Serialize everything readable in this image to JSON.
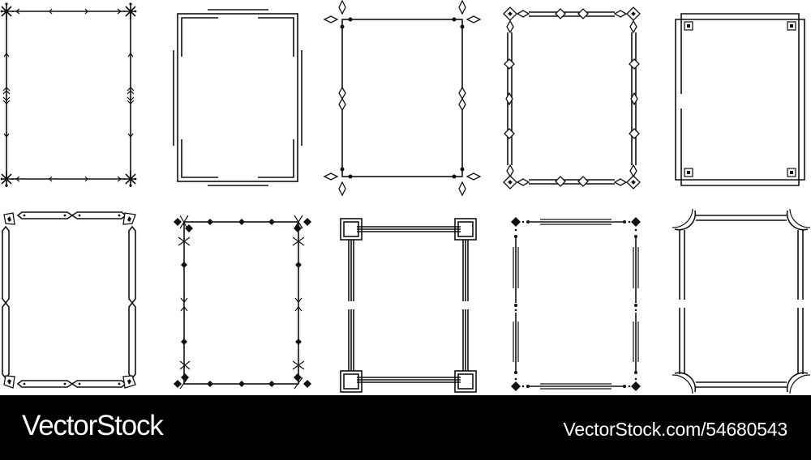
{
  "image": {
    "description": "Set of ten decorative rectangular line-art frames arranged in two rows of five",
    "background": "#ffffff",
    "line_color": "#111111",
    "frames": [
      {
        "row": 1,
        "col": 1,
        "style": "arrow-line frame with snowflake-chevron corners"
      },
      {
        "row": 1,
        "col": 2,
        "style": "double-line frame with detached outer bars and inner corner brackets"
      },
      {
        "row": 1,
        "col": 3,
        "style": "single-line frame with hollow diamond cross corners and dot accents"
      },
      {
        "row": 1,
        "col": 4,
        "style": "double-rail frame with diamond links"
      },
      {
        "row": 1,
        "col": 5,
        "style": "offset overlapping rectangles with square corner studs"
      },
      {
        "row": 2,
        "col": 1,
        "style": "elongated hexagon bars with diamond corners"
      },
      {
        "row": 2,
        "col": 2,
        "style": "solid diamond dotted frame with starburst corners"
      },
      {
        "row": 2,
        "col": 3,
        "style": "triple-line frame with nested square corners"
      },
      {
        "row": 2,
        "col": 4,
        "style": "dotted diamond frame with triple-line bar accents"
      },
      {
        "row": 2,
        "col": 5,
        "style": "double-line frame with arc corner cutouts"
      }
    ]
  },
  "footer": {
    "brand": "VectorStock",
    "reference": "VectorStock.com/54680543",
    "background": "#000000",
    "text_color": "#ffffff"
  }
}
